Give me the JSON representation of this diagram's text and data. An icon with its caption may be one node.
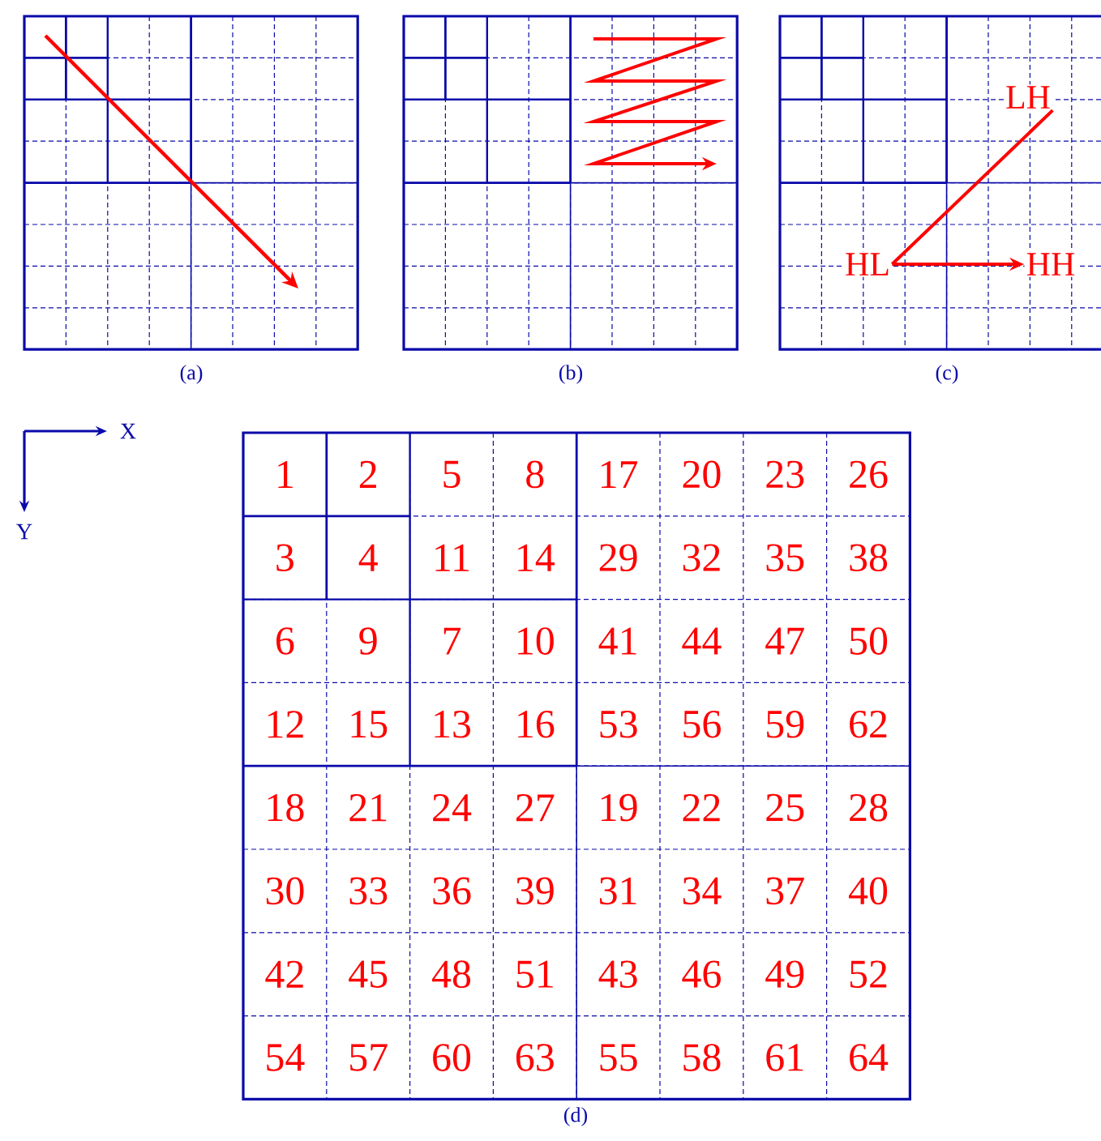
{
  "diagram": {
    "nodes": [
      {
        "text": [
          "LH"
        ]
      },
      {
        "text": [
          "HL"
        ]
      },
      {
        "text": [
          "HH"
        ]
      }
    ],
    "edges": [
      {
        "from": 0,
        "to": 1,
        "arrow": "none"
      },
      {
        "from": 1,
        "to": 2,
        "arrow": "to"
      }
    ],
    "labels": [
      "(a)",
      "(b)",
      "(c)",
      "X",
      "Y",
      "1",
      "2",
      "5",
      "8",
      "17",
      "20",
      "23",
      "26",
      "3",
      "4",
      "11",
      "14",
      "29",
      "32",
      "35",
      "38",
      "6",
      "9",
      "7",
      "10",
      "41",
      "44",
      "47",
      "50",
      "12",
      "15",
      "13",
      "16",
      "53",
      "56",
      "59",
      "62",
      "18",
      "21",
      "24",
      "27",
      "19",
      "22",
      "25",
      "28",
      "30",
      "33",
      "36",
      "39",
      "31",
      "34",
      "37",
      "40",
      "42",
      "45",
      "48",
      "51",
      "43",
      "46",
      "49",
      "52",
      "54",
      "57",
      "60",
      "63",
      "55",
      "58",
      "61",
      "64",
      "(d)"
    ]
  }
}
